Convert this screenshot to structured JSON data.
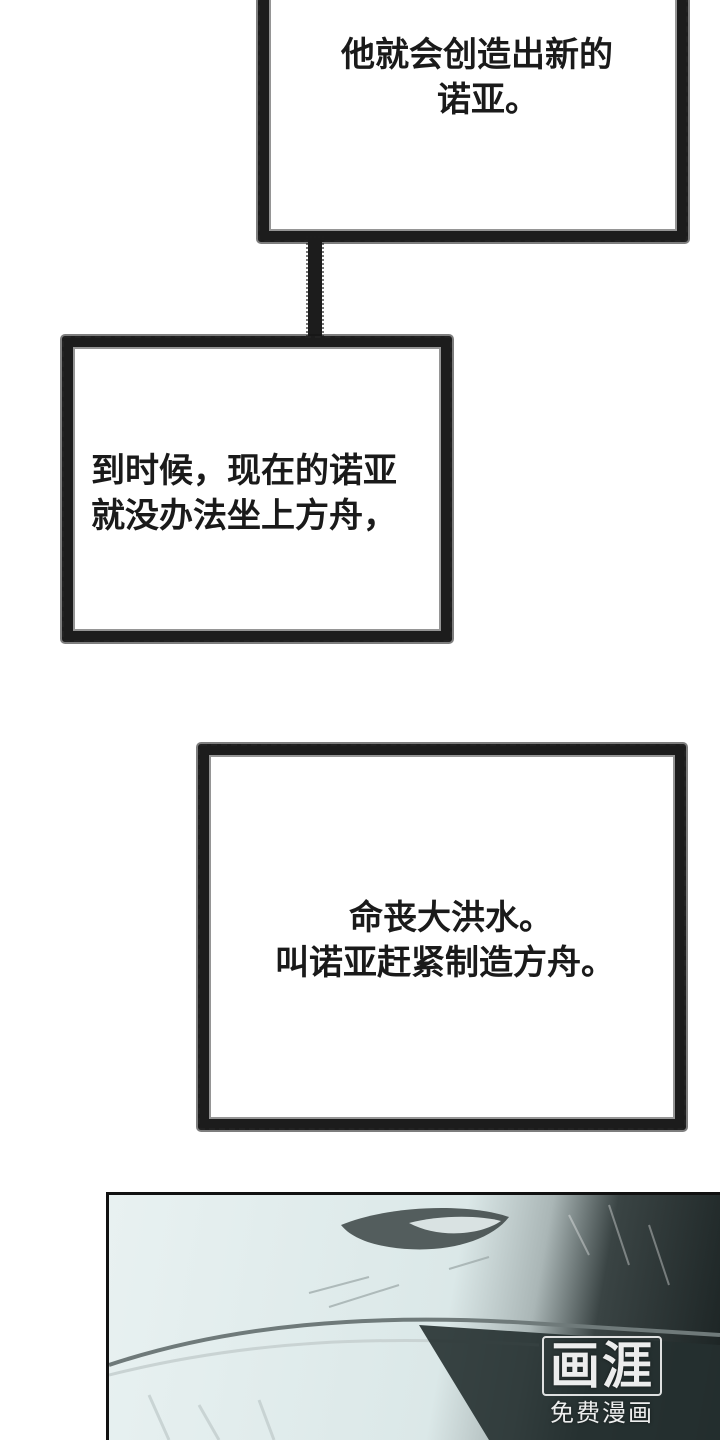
{
  "panels": [
    {
      "lines": [
        "他就会创造出新的",
        "诺亚。"
      ]
    },
    {
      "lines": [
        "到时候，现在的诺亚",
        "就没办法坐上方舟，"
      ]
    },
    {
      "lines": [
        "命丧大洪水。",
        "叫诺亚赶紧制造方舟。"
      ]
    }
  ],
  "watermark": {
    "logo_text": "画涯",
    "subtitle": "免费漫画"
  },
  "colors": {
    "border": "#1c1c1c",
    "text": "#1a1a1a",
    "panel_light": "#e8f1f1",
    "panel_dark": "#1a2222"
  }
}
